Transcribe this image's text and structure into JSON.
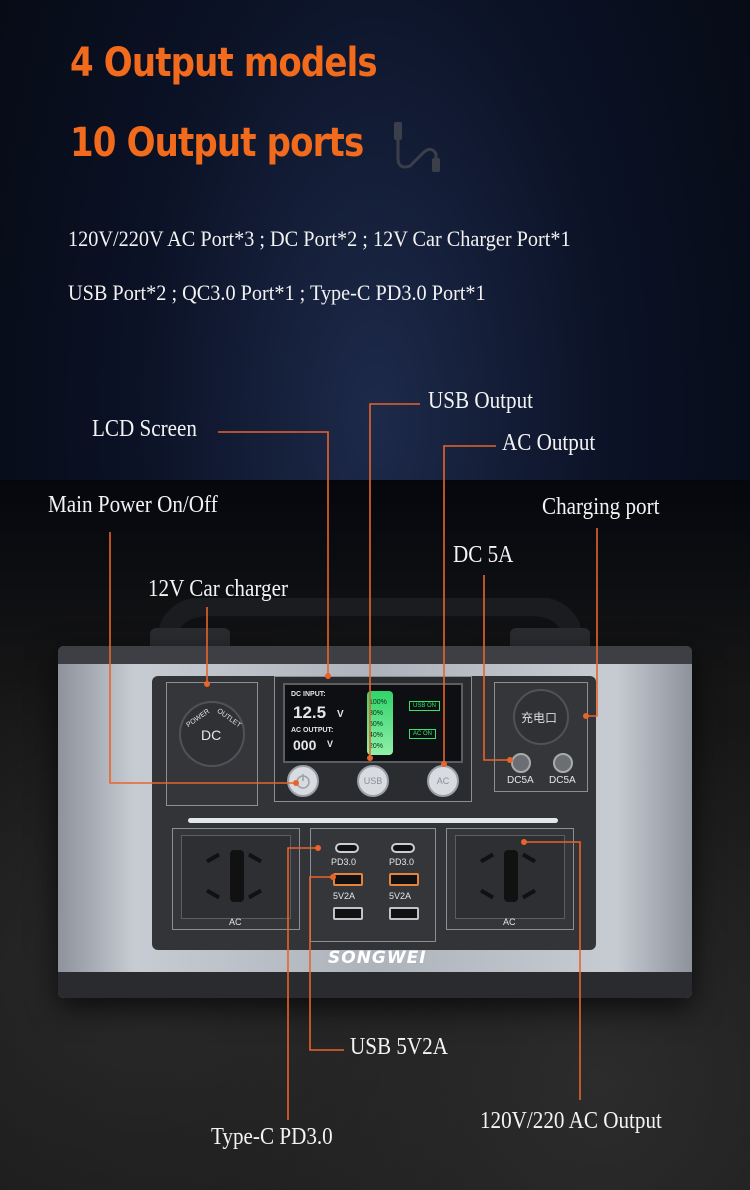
{
  "headline": {
    "line1": "4 Output models",
    "line2": "10 Output ports"
  },
  "specs": {
    "line1": "120V/220V AC Port*3 ; DC Port*2 ; 12V Car Charger Port*1",
    "line2": "USB Port*2 ; QC3.0 Port*1 ; Type-C PD3.0 Port*1"
  },
  "callouts": {
    "usb_output": "USB Output",
    "lcd_screen": "LCD Screen",
    "ac_output": "AC Output",
    "main_power": "Main Power On/Off",
    "charging_port": "Charging port",
    "dc_5a": "DC 5A",
    "car_charger": "12V Car charger",
    "usb_5v2a": "USB 5V2A",
    "type_c": "Type-C PD3.0",
    "ac_outlet": "120V/220 AC Output"
  },
  "device": {
    "brand": "SONGWEI",
    "dc_socket_label": "DC",
    "dc_socket_ring_left": "POWER",
    "dc_socket_ring_right": "OUTLET",
    "charge_socket_label": "充电口",
    "dc5a_left": "DC5A",
    "dc5a_right": "DC5A",
    "lcd_dc_input": "DC INPUT:",
    "lcd_dc_value": "12.5",
    "lcd_dc_unit": "V",
    "lcd_ac_output": "AC OUTPUT:",
    "lcd_ac_value": "000",
    "lcd_ac_unit": "V",
    "lcd_usb_on": "USB ON",
    "lcd_ac_on": "AC ON",
    "battery_levels": [
      "100%",
      "80%",
      "60%",
      "40%",
      "20%"
    ],
    "btn_usb": "USB",
    "btn_ac": "AC",
    "pd_left": "PD3.0",
    "pd_right": "PD3.0",
    "usb_left": "5V2A",
    "usb_right": "5V2A",
    "ac_left": "AC",
    "ac_right": "AC"
  },
  "colors": {
    "accent": "#f26a1b",
    "callout_line": "#e8642a",
    "lcd_green": "#35e36a"
  }
}
